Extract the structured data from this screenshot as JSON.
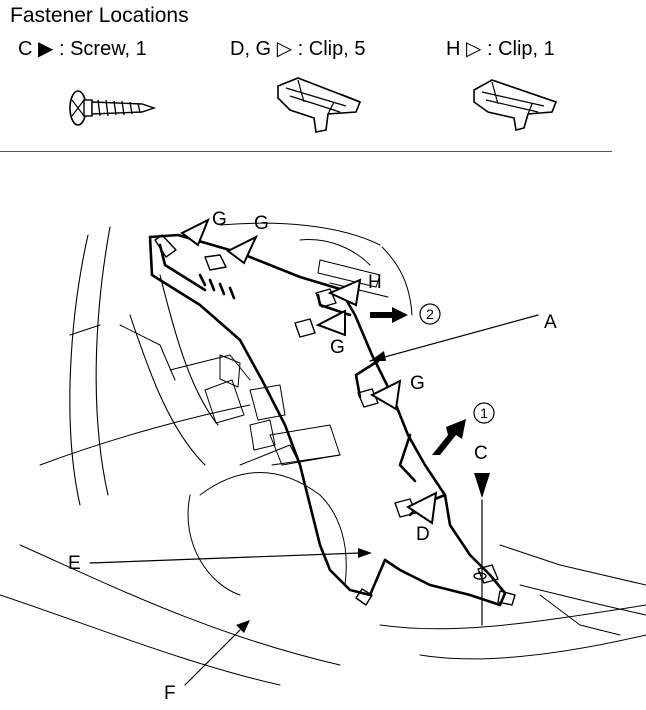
{
  "legend": {
    "title": "Fastener Locations",
    "items": [
      {
        "letters": "C",
        "symbol": "▶",
        "text": ": Screw, 1"
      },
      {
        "letters": "D, G",
        "symbol": "▷",
        "text": ": Clip, 5"
      },
      {
        "letters": "H",
        "symbol": "▷",
        "text": ": Clip, 1"
      }
    ]
  },
  "callouts": {
    "g1": "G",
    "g2": "G",
    "g3": "G",
    "g4": "G",
    "h": "H",
    "d": "D",
    "c": "C",
    "a": "A",
    "e": "E",
    "f": "F",
    "step1": "1",
    "step2": "2"
  }
}
